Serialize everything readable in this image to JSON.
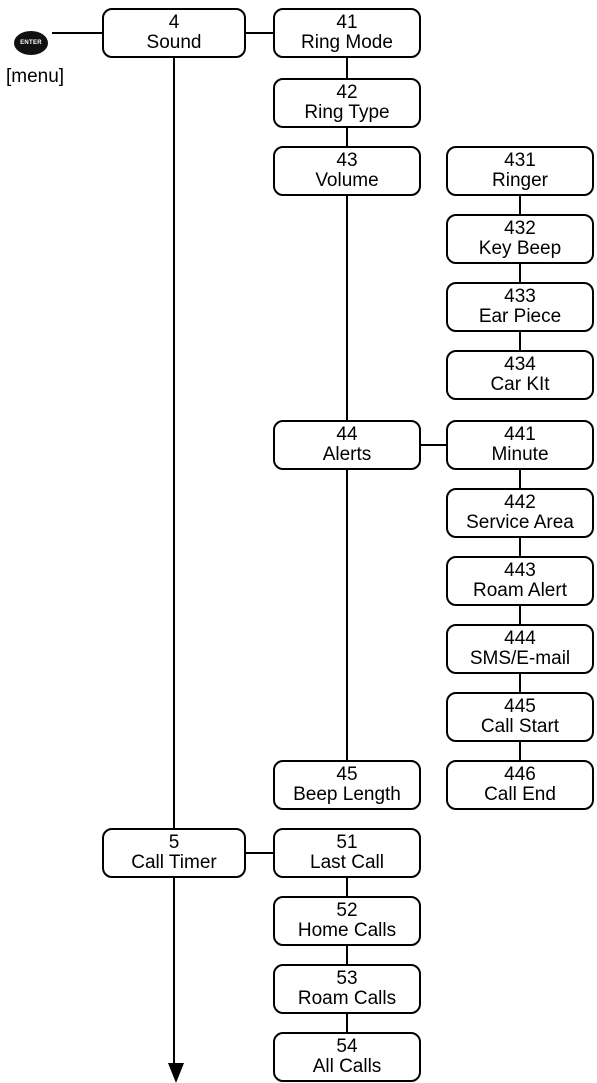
{
  "enter_key": {
    "label": "ENTER",
    "caption": "[menu]"
  },
  "menu": [
    {
      "id": "sound",
      "num": "4",
      "label": "Sound",
      "children": [
        {
          "id": "ring-mode",
          "num": "41",
          "label": "Ring Mode"
        },
        {
          "id": "ring-type",
          "num": "42",
          "label": "Ring Type"
        },
        {
          "id": "volume",
          "num": "43",
          "label": "Volume",
          "children": [
            {
              "id": "ringer",
              "num": "431",
              "label": "Ringer"
            },
            {
              "id": "key-beep",
              "num": "432",
              "label": "Key Beep"
            },
            {
              "id": "ear-piece",
              "num": "433",
              "label": "Ear Piece"
            },
            {
              "id": "car-kit",
              "num": "434",
              "label": "Car KIt"
            }
          ]
        },
        {
          "id": "alerts",
          "num": "44",
          "label": "Alerts",
          "children": [
            {
              "id": "minute",
              "num": "441",
              "label": "Minute"
            },
            {
              "id": "service-area",
              "num": "442",
              "label": "Service Area"
            },
            {
              "id": "roam-alert",
              "num": "443",
              "label": "Roam Alert"
            },
            {
              "id": "sms-email",
              "num": "444",
              "label": "SMS/E-mail"
            },
            {
              "id": "call-start",
              "num": "445",
              "label": "Call Start"
            },
            {
              "id": "call-end",
              "num": "446",
              "label": "Call End"
            }
          ]
        },
        {
          "id": "beep-length",
          "num": "45",
          "label": "Beep Length"
        }
      ]
    },
    {
      "id": "call-timer",
      "num": "5",
      "label": "Call Timer",
      "children": [
        {
          "id": "last-call",
          "num": "51",
          "label": "Last Call"
        },
        {
          "id": "home-calls",
          "num": "52",
          "label": "Home Calls"
        },
        {
          "id": "roam-calls",
          "num": "53",
          "label": "Roam Calls"
        },
        {
          "id": "all-calls",
          "num": "54",
          "label": "All Calls"
        }
      ]
    }
  ]
}
